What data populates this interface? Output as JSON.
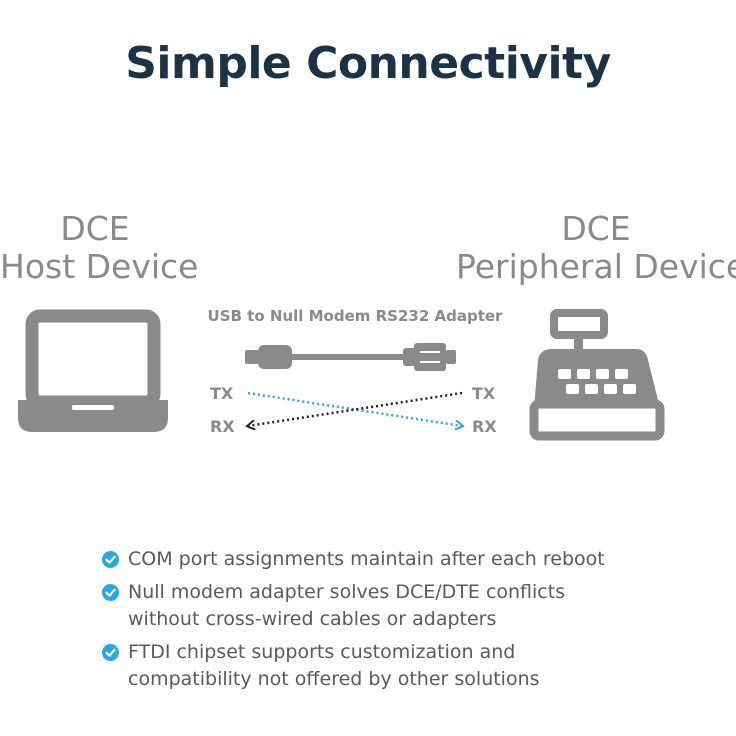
{
  "title": "Simple Connectivity",
  "host": {
    "line1": "DCE",
    "line2": "Host Device"
  },
  "peripheral": {
    "line1": "DCE",
    "line2": "Peripheral Device"
  },
  "adapter": {
    "label": "USB to Null Modem RS232 Adapter"
  },
  "signals": {
    "left_tx": "TX",
    "left_rx": "RX",
    "right_tx": "TX",
    "right_rx": "RX"
  },
  "features": [
    {
      "line1": "COM port assignments maintain after each reboot",
      "line2": ""
    },
    {
      "line1": "Null modem adapter solves DCE/DTE conflicts",
      "line2": "without cross-wired cables or adapters"
    },
    {
      "line1": "FTDI chipset supports customization and",
      "line2": "compatibility not offered by other solutions"
    }
  ],
  "icons": {
    "laptop": "laptop-icon",
    "cash_register": "cash-register-icon",
    "cable": "cable-icon",
    "check": "check-circle-icon"
  },
  "colors": {
    "title": "#1c3347",
    "device_gray": "#8a8a8a",
    "tx_line": "#29a8df",
    "rx_line": "#222222",
    "check": "#29a8df"
  }
}
